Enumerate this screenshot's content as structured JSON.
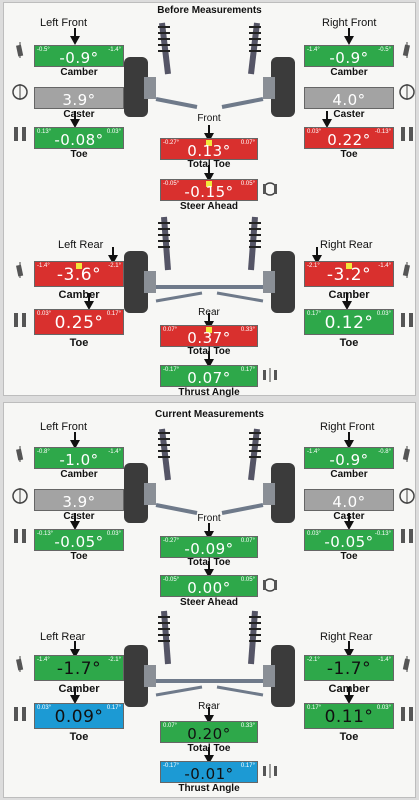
{
  "colors": {
    "good": "#2ea84a",
    "bad": "#d9302e",
    "neutral": "#a3a3a3",
    "info": "#1c9ad4"
  },
  "before": {
    "title": "Before Measurements",
    "left_front": {
      "heading": "Left Front",
      "camber": {
        "label": "Camber",
        "value": "-0.9°",
        "min": "-0.5°",
        "max": "-1.4°"
      },
      "caster": {
        "label": "Caster",
        "value": "3.9°"
      },
      "toe": {
        "label": "Toe",
        "value": "-0.08°",
        "min": "0.13°",
        "max": "0.03°"
      }
    },
    "right_front": {
      "heading": "Right Front",
      "camber": {
        "label": "Camber",
        "value": "-0.9°",
        "min": "-1.4°",
        "max": "-0.5°"
      },
      "caster": {
        "label": "Caster",
        "value": "4.0°"
      },
      "toe": {
        "label": "Toe",
        "value": "0.22°",
        "min": "0.03°",
        "max": "-0.13°"
      }
    },
    "front": {
      "heading": "Front",
      "total_toe": {
        "label": "Total Toe",
        "value": "0.13°",
        "min": "-0.27°",
        "max": "0.07°"
      },
      "steer_ahead": {
        "label": "Steer Ahead",
        "value": "-0.15°",
        "min": "-0.05°",
        "max": "0.05°"
      }
    },
    "left_rear": {
      "heading": "Left Rear",
      "camber": {
        "label": "Camber",
        "value": "-3.6°",
        "min": "-1.4°",
        "max": "-2.1°"
      },
      "toe": {
        "label": "Toe",
        "value": "0.25°",
        "min": "0.03°",
        "max": "0.17°"
      }
    },
    "right_rear": {
      "heading": "Right Rear",
      "camber": {
        "label": "Camber",
        "value": "-3.2°",
        "min": "-2.1°",
        "max": "-1.4°"
      },
      "toe": {
        "label": "Toe",
        "value": "0.12°",
        "min": "0.17°",
        "max": "0.03°"
      }
    },
    "rear": {
      "heading": "Rear",
      "total_toe": {
        "label": "Total Toe",
        "value": "0.37°",
        "min": "0.07°",
        "max": "0.33°"
      },
      "thrust_angle": {
        "label": "Thrust Angle",
        "value": "0.07°",
        "min": "-0.17°",
        "max": "0.17°"
      }
    }
  },
  "current": {
    "title": "Current Measurements",
    "left_front": {
      "heading": "Left Front",
      "camber": {
        "label": "Camber",
        "value": "-1.0°",
        "min": "-0.8°",
        "max": "-1.4°"
      },
      "caster": {
        "label": "Caster",
        "value": "3.9°"
      },
      "toe": {
        "label": "Toe",
        "value": "-0.05°",
        "min": "-0.13°",
        "max": "0.03°"
      }
    },
    "right_front": {
      "heading": "Right Front",
      "camber": {
        "label": "Camber",
        "value": "-0.9°",
        "min": "-1.4°",
        "max": "-0.8°"
      },
      "caster": {
        "label": "Caster",
        "value": "4.0°"
      },
      "toe": {
        "label": "Toe",
        "value": "-0.05°",
        "min": "0.03°",
        "max": "-0.13°"
      }
    },
    "front": {
      "heading": "Front",
      "total_toe": {
        "label": "Total Toe",
        "value": "-0.09°",
        "min": "-0.27°",
        "max": "0.07°"
      },
      "steer_ahead": {
        "label": "Steer Ahead",
        "value": "0.00°",
        "min": "-0.05°",
        "max": "0.05°"
      }
    },
    "left_rear": {
      "heading": "Left Rear",
      "camber": {
        "label": "Camber",
        "value": "-1.7°",
        "min": "-1.4°",
        "max": "-2.1°"
      },
      "toe": {
        "label": "Toe",
        "value": "0.09°",
        "min": "0.03°",
        "max": "0.17°"
      }
    },
    "right_rear": {
      "heading": "Right Rear",
      "camber": {
        "label": "Camber",
        "value": "-1.7°",
        "min": "-2.1°",
        "max": "-1.4°"
      },
      "toe": {
        "label": "Toe",
        "value": "0.11°",
        "min": "0.17°",
        "max": "0.03°"
      }
    },
    "rear": {
      "heading": "Rear",
      "total_toe": {
        "label": "Total Toe",
        "value": "0.20°",
        "min": "0.07°",
        "max": "0.33°"
      },
      "thrust_angle": {
        "label": "Thrust Angle",
        "value": "-0.01°",
        "min": "-0.17°",
        "max": "0.17°"
      }
    }
  }
}
